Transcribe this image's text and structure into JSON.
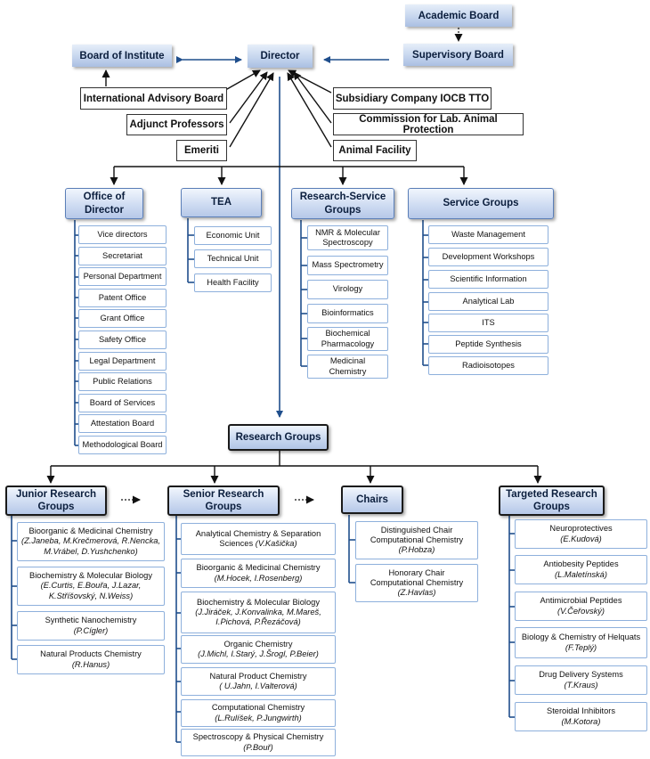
{
  "top": {
    "academic_board": "Academic Board",
    "board_of_institute": "Board of Institute",
    "director": "Director",
    "supervisory_board": "Supervisory Board"
  },
  "advisory": {
    "international_advisory_board": "International Advisory Board",
    "adjunct_professors": "Adjunct Professors",
    "emeriti": "Emeriti",
    "subsidiary_company": "Subsidiary Company IOCB TTO",
    "commission_lab_animal": "Commission for Lab. Animal Protection",
    "animal_facility": "Animal Facility"
  },
  "office_of_director": {
    "title_lines": [
      "Office of",
      "Director"
    ],
    "items": [
      "Vice directors",
      "Secretariat",
      "Personal Department",
      "Patent Office",
      "Grant Office",
      "Safety Office",
      "Legal Department",
      "Public Relations",
      "Board of Services",
      "Attestation Board",
      "Methodological Board"
    ]
  },
  "tea": {
    "title": "TEA",
    "items": [
      "Economic Unit",
      "Technical Unit",
      "Health Facility"
    ]
  },
  "research_service": {
    "title_lines": [
      "Research-Service",
      "Groups"
    ],
    "items": [
      [
        "NMR & Molecular",
        "Spectroscopy"
      ],
      [
        "Mass Spectrometry"
      ],
      [
        "Virology"
      ],
      [
        "Bioinformatics"
      ],
      [
        "Biochemical",
        "Pharmacology"
      ],
      [
        "Medicinal",
        "Chemistry"
      ]
    ]
  },
  "service_groups": {
    "title": "Service Groups",
    "items": [
      "Waste  Management",
      "Development Workshops",
      "Scientific  Information",
      "Analytical Lab",
      "ITS",
      "Peptide Synthesis",
      "Radioisotopes"
    ]
  },
  "research_groups": {
    "title": "Research Groups"
  },
  "junior": {
    "title_lines": [
      "Junior Research",
      "Groups"
    ],
    "items": [
      {
        "name": "Bioorganic & Medicinal Chemistry",
        "people": [
          "(Z.Janeba, M.Krečmerová, R.Nencka,",
          "M.Vrábel, D.Yushchenko)"
        ]
      },
      {
        "name": "Biochemistry & Molecular Biology",
        "people": [
          "(E.Curtis, E.Bouřa, J.Lazar,",
          "K.Stříšovský, N.Weiss)"
        ]
      },
      {
        "name": "Synthetic Nanochemistry",
        "people": [
          "(P.Cígler)"
        ]
      },
      {
        "name": "Natural Products Chemistry",
        "people": [
          "(R.Hanus)"
        ]
      }
    ]
  },
  "senior": {
    "title_lines": [
      "Senior Research",
      "Groups"
    ],
    "items": [
      {
        "name": "Analytical Chemistry & Separation",
        "name2": "Sciences",
        "people": [
          "(V.Kašička)"
        ]
      },
      {
        "name": "Bioorganic & Medicinal Chemistry",
        "people": [
          "(M.Hocek, I.Rosenberg)"
        ]
      },
      {
        "name": "Biochemistry & Molecular Biology",
        "people": [
          "(J.Jiráček, J.Konvalinka, M.Mareš,",
          "I.Pichová, P.Řezáčová)"
        ]
      },
      {
        "name": "Organic Chemistry",
        "people": [
          "(J.Michl, I.Starý, J.Šrogl, P.Beier)"
        ]
      },
      {
        "name": "Natural Product Chemistry",
        "people": [
          "( U.Jahn, I.Valterová)"
        ]
      },
      {
        "name": "Computational Chemistry",
        "people": [
          "(L.Rulíšek, P.Jungwirth)"
        ]
      },
      {
        "name": "Spectroscopy & Physical Chemistry",
        "people": [
          "(P.Bouř)"
        ]
      }
    ]
  },
  "chairs": {
    "title": "Chairs",
    "items": [
      {
        "name": "Distinguished Chair",
        "name2": "Computational Chemistry",
        "people": [
          "(P.Hobza)"
        ]
      },
      {
        "name": "Honorary Chair",
        "name2": "Computational Chemistry",
        "people": [
          "(Z.Havlas)"
        ]
      }
    ]
  },
  "targeted": {
    "title_lines": [
      "Targeted Research",
      "Groups"
    ],
    "items": [
      {
        "name": "Neuroprotectives",
        "people": [
          "(E.Kudová)"
        ]
      },
      {
        "name": "Antiobesity Peptides",
        "people": [
          "(L.Maletínská)"
        ]
      },
      {
        "name": "Antimicrobial Peptides",
        "people": [
          "(V.Čeřovský)"
        ]
      },
      {
        "name": "Biology & Chemistry of Helquats",
        "people": [
          "(F.Teplý)"
        ]
      },
      {
        "name": "Drug Delivery Systems",
        "people": [
          "(T.Kraus)"
        ]
      },
      {
        "name": "Steroidal Inhibitors",
        "people": [
          "(M.Kotora)"
        ]
      }
    ]
  },
  "colors": {
    "line_blue": "#1f4e8c",
    "line_black": "#111111",
    "item_border": "#8eb0dc"
  },
  "dots": "·······"
}
